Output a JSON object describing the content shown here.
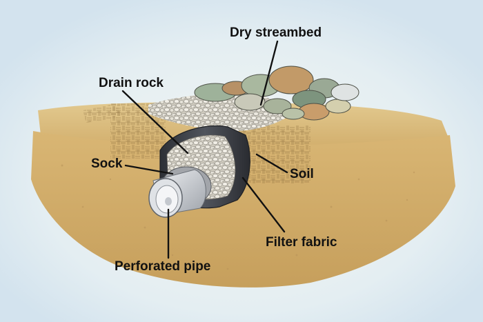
{
  "labels": {
    "dry_streambed": "Dry streambed",
    "drain_rock": "Drain rock",
    "sock": "Sock",
    "soil": "Soil",
    "filter_fabric": "Filter fabric",
    "perforated_pipe": "Perforated pipe"
  },
  "colors": {
    "background": "#d8e7f0",
    "soil": "#d7b77a",
    "soil_dark": "#b8935a",
    "fabric": "#3a3d44",
    "pipe": "#c8ccd2",
    "sock": "#9a9da2",
    "rock": "#e9e6dc",
    "label_text": "#111111",
    "leader_line": "#111111"
  }
}
